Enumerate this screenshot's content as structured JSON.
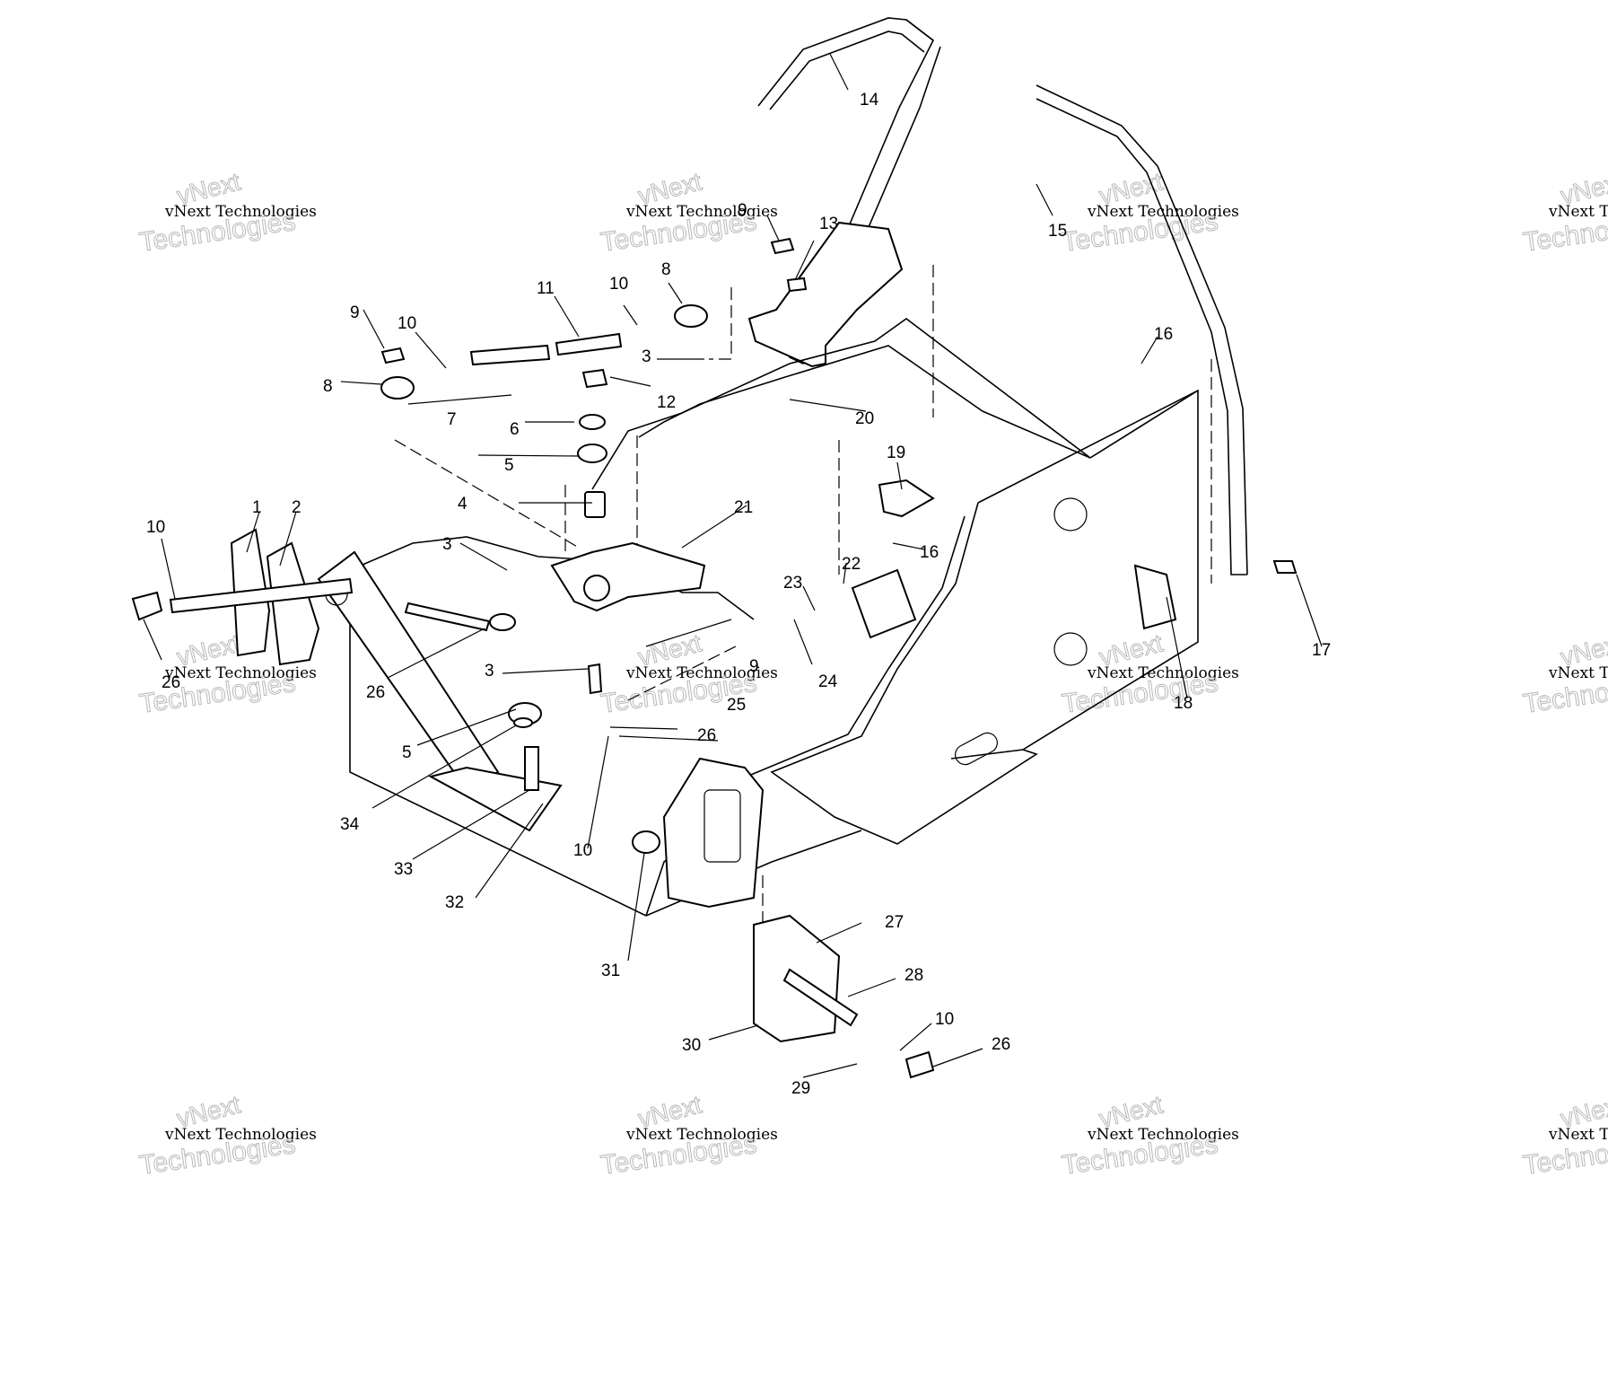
{
  "callouts": [
    {
      "t": "1"
    },
    {
      "t": "2"
    },
    {
      "t": "3"
    },
    {
      "t": "3"
    },
    {
      "t": "3"
    },
    {
      "t": "4"
    },
    {
      "t": "5"
    },
    {
      "t": "5"
    },
    {
      "t": "6"
    },
    {
      "t": "7"
    },
    {
      "t": "8"
    },
    {
      "t": "8"
    },
    {
      "t": "9"
    },
    {
      "t": "9"
    },
    {
      "t": "9"
    },
    {
      "t": "10"
    },
    {
      "t": "10"
    },
    {
      "t": "10"
    },
    {
      "t": "10"
    },
    {
      "t": "10"
    },
    {
      "t": "11"
    },
    {
      "t": "12"
    },
    {
      "t": "13"
    },
    {
      "t": "14"
    },
    {
      "t": "15"
    },
    {
      "t": "16"
    },
    {
      "t": "16"
    },
    {
      "t": "17"
    },
    {
      "t": "18"
    },
    {
      "t": "19"
    },
    {
      "t": "20"
    },
    {
      "t": "21"
    },
    {
      "t": "22"
    },
    {
      "t": "23"
    },
    {
      "t": "24"
    },
    {
      "t": "25"
    },
    {
      "t": "26"
    },
    {
      "t": "26"
    },
    {
      "t": "26"
    },
    {
      "t": "26"
    },
    {
      "t": "27"
    },
    {
      "t": "28"
    },
    {
      "t": "29"
    },
    {
      "t": "30"
    },
    {
      "t": "31"
    },
    {
      "t": "32"
    },
    {
      "t": "33"
    },
    {
      "t": "34"
    }
  ],
  "watermark": {
    "line1": "vNext",
    "line2": "vNext Technologies",
    "line3": "Technologies"
  }
}
